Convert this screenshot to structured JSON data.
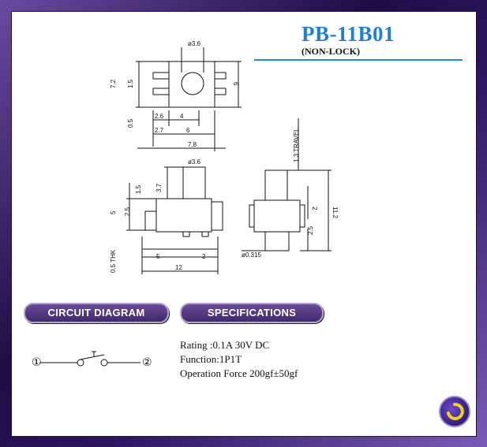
{
  "header": {
    "title": "PB-11B01",
    "subtitle": "(NON-LOCK)"
  },
  "drawing": {
    "top_view": {
      "diameter": "ø3.6",
      "h72": "7.2",
      "h15": "1.5",
      "w6v": "6",
      "h05": "0.5",
      "w26": "2.6",
      "w4": "4",
      "w27": "2.7",
      "w6": "6",
      "w78": "7.8"
    },
    "side_view": {
      "diameter": "ø3.6",
      "h37": "3.7",
      "h15": "1.5",
      "h5": "5",
      "h25": "2.5",
      "thk": "0.5 THK",
      "w5": "5",
      "w2": "2",
      "w12": "12"
    },
    "end_view": {
      "travel": "1.3 TRAVEL",
      "h2": "2",
      "h112": "11.2",
      "h25": "2.5",
      "pin": "ø0.315"
    }
  },
  "sections": {
    "circuit": "CIRCUIT DIAGRAM",
    "specs": "SPECIFICATIONS"
  },
  "circuit": {
    "pin1": "①",
    "pin2": "②"
  },
  "specifications": {
    "rating": "Rating :0.1A  30V DC",
    "function": "Function:1P1T",
    "force": "Operation Force 200gf±50gf"
  }
}
